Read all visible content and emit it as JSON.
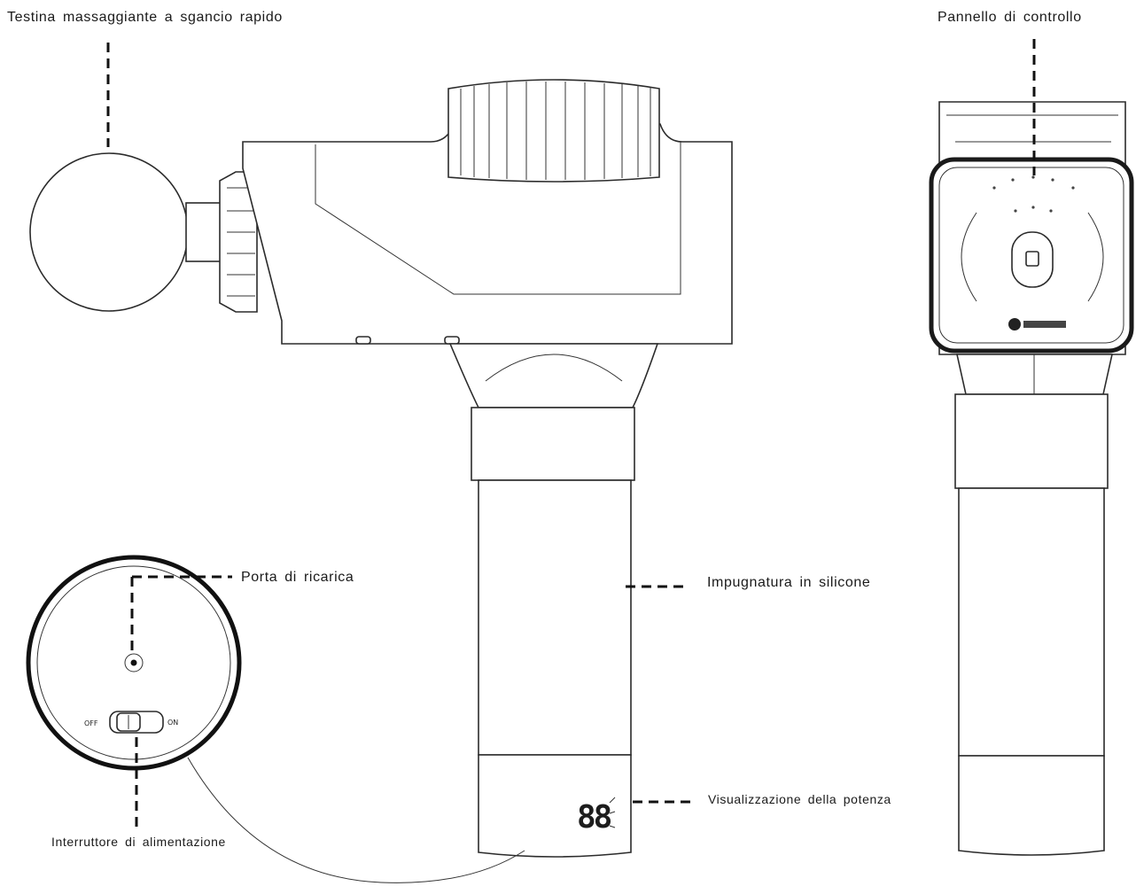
{
  "labels": {
    "massage_head": "Testina massaggiante a sgancio rapido",
    "control_panel": "Pannello di controllo",
    "charging_port": "Porta di ricarica",
    "silicone_grip": "Impugnatura in silicone",
    "power_display": "Visualizzazione della potenza",
    "power_switch": "Interruttore di alimentazione"
  },
  "switch": {
    "off": "OFF",
    "on": "ON"
  },
  "display": {
    "digits": "88"
  }
}
